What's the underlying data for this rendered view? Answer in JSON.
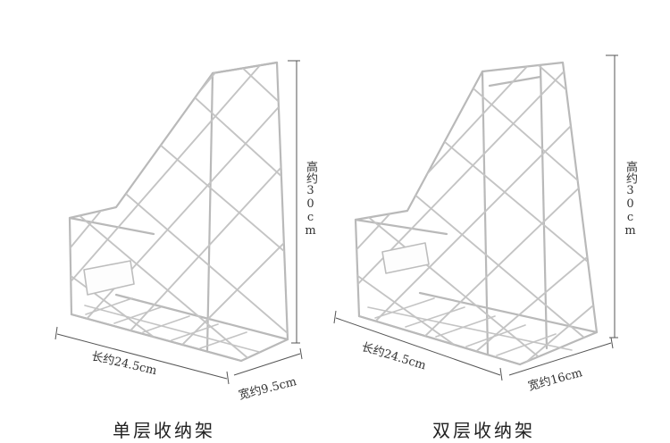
{
  "colors": {
    "wire": "#b9b9b9",
    "wire_dark": "#8a8a8a",
    "dimension": "#444444",
    "background": "#ffffff"
  },
  "single": {
    "height_label": "高约30cm",
    "length_label": "长约24.5cm",
    "width_label": "宽约9.5cm",
    "caption": "单层收纳架"
  },
  "double": {
    "height_label": "高约30cm",
    "length_label": "长约24.5cm",
    "width_label": "宽约16cm",
    "caption": "双层收纳架"
  }
}
